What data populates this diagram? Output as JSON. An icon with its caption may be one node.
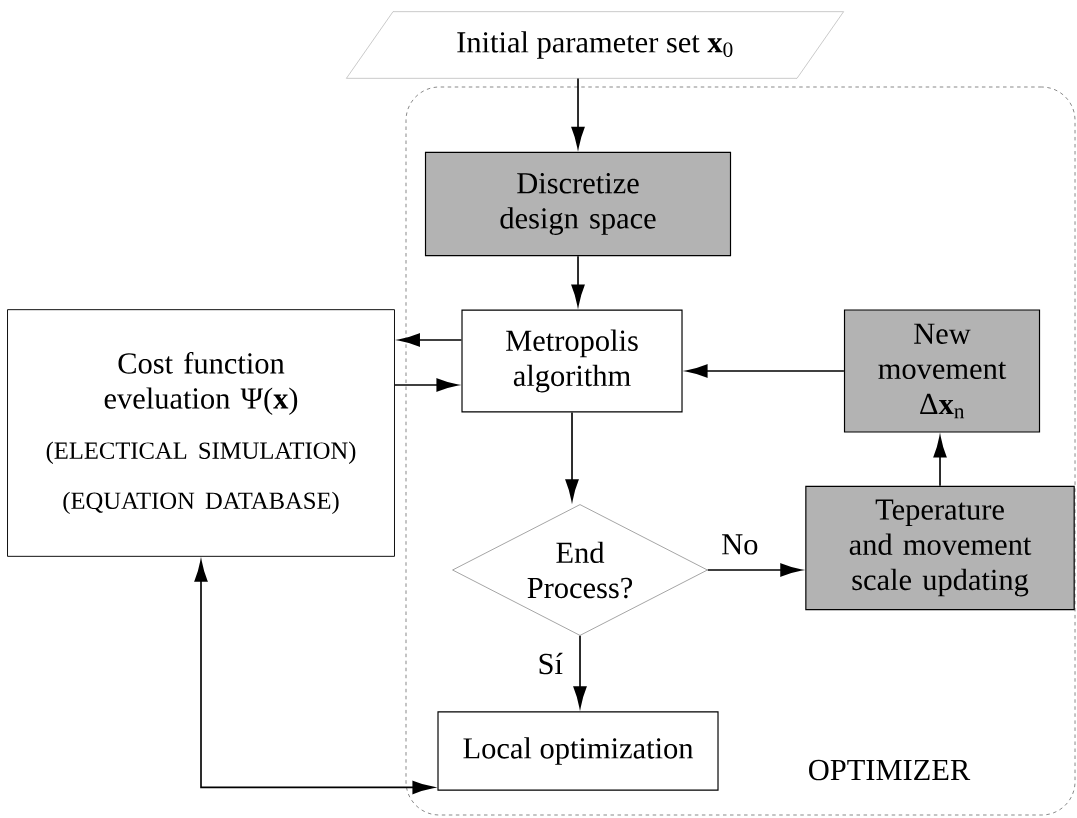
{
  "diagram": {
    "nodes": [
      {
        "text": [
          "Initial parameter set **x**$_{0}$"
        ]
      },
      {
        "text": [
          "OPTIMIZER"
        ]
      },
      {
        "text": [
          "Discretize design space"
        ],
        "in": 1
      },
      {
        "text": [
          "Cost function eveluation Ψ(**x**)",
          "(ELECTICAL SIMULATION)",
          "(EQUATION DATABASE)"
        ]
      },
      {
        "text": [
          "Metropolis algorithm"
        ],
        "in": 1
      },
      {
        "text": [
          "New movement Δ**x**$_{n}$"
        ],
        "in": 1
      },
      {
        "text": [
          "End Process?"
        ],
        "in": 1
      },
      {
        "text": [
          "Teperature and movement scale updating"
        ],
        "in": 1
      },
      {
        "text": [
          "Local optimization"
        ],
        "in": 1
      }
    ],
    "edges": [
      {
        "from": 0,
        "to": 2,
        "arrow": "to"
      },
      {
        "from": 2,
        "to": 4,
        "arrow": "to"
      },
      {
        "from": 4,
        "to": 3,
        "arrow": "to"
      },
      {
        "from": 3,
        "to": 4,
        "arrow": "to"
      },
      {
        "from": 5,
        "to": 4,
        "arrow": "to"
      },
      {
        "from": 4,
        "to": 6,
        "arrow": "to"
      },
      {
        "from": 6,
        "to": 7,
        "arrow": "to",
        "label": "No"
      },
      {
        "from": 7,
        "to": 5,
        "arrow": "to"
      },
      {
        "from": 6,
        "to": 8,
        "arrow": "to",
        "label": "Sí"
      },
      {
        "from": 3,
        "to": 8,
        "arrow": "both"
      }
    ]
  }
}
